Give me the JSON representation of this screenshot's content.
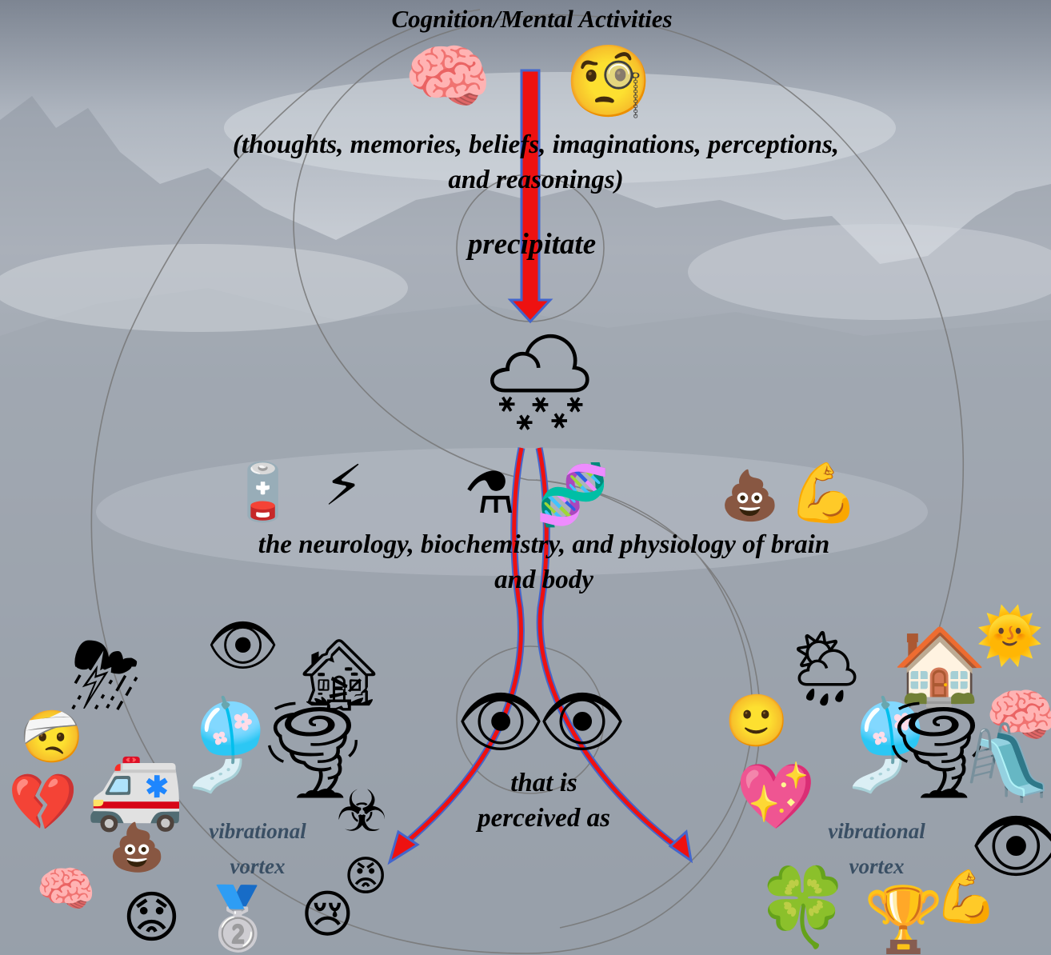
{
  "title": "Cognition/Mental Activities",
  "cognition_list": [
    "(thoughts, memories, beliefs, imaginations, perceptions,",
    "and reasonings)"
  ],
  "precipitate": "precipitate",
  "biology": [
    "the neurology, biochemistry, and physiology of brain",
    "and body"
  ],
  "perceived": [
    "that is",
    "perceived as"
  ],
  "vortex_left": [
    "vibrational",
    "vortex"
  ],
  "vortex_right": [
    "vibrational",
    "vortex"
  ],
  "colors": {
    "arrow_red": "#ee1111",
    "arrow_blue": "#4466cc",
    "spiral": "#777777",
    "vortex_text": "#3a4f64"
  },
  "icons": {
    "top": [
      "brain-icon",
      "thinking-monocle-face-icon"
    ],
    "center": [
      "cloud-snow-icon",
      "chemistry-flask-icon",
      "dna-icon",
      "low-battery-icon",
      "lightning-icon",
      "poop-icon",
      "flexed-biceps-icon",
      "eyes-icon"
    ],
    "left_cluster": [
      "storm-cloud-icon",
      "eye-icon",
      "broken-house-icon",
      "sad-face-icon",
      "broken-heart-icon",
      "ambulance-icon",
      "tuning-fork-icon",
      "tornado-sad-icon",
      "hazmat-icon",
      "poop-icon",
      "broken-brain-icon",
      "bandaged-face-icon",
      "silver-medal-icon",
      "crying-face-icon",
      "angry-face-icon"
    ],
    "right_cluster": [
      "sun-behind-rain-icon",
      "house-icon",
      "sun-face-icon",
      "brain-icon",
      "smile-face-icon",
      "sparkling-heart-icon",
      "tuning-fork-icon",
      "tornado-happy-icon",
      "playground-icon",
      "eye-icon",
      "four-leaf-clover-icon",
      "trophy-icon",
      "flexed-biceps-icon"
    ]
  }
}
